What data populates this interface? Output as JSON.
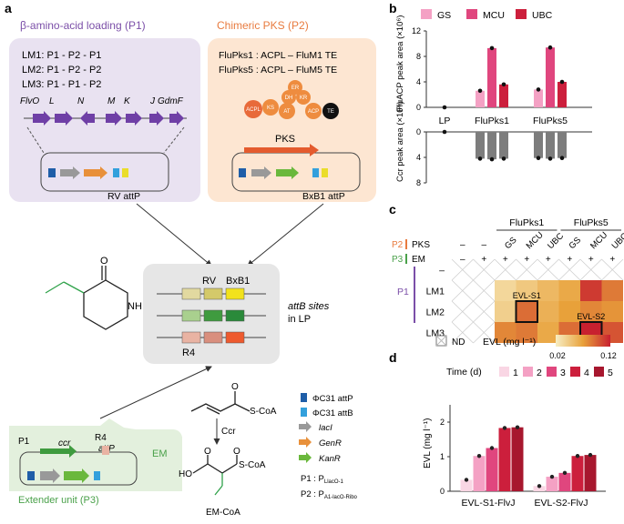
{
  "panels": {
    "a": "a",
    "b": "b",
    "c": "c",
    "d": "d"
  },
  "panel_a": {
    "p1_title": "β-amino-acid loading (P1)",
    "p2_title": "Chimeric PKS (P2)",
    "lm_lines": [
      "LM1: P1 - P2 - P1",
      "LM2: P1 - P2 - P2",
      "LM3: P1 - P1 - P2"
    ],
    "genes": [
      "FlvO",
      "L",
      "N",
      "M",
      "K",
      "J",
      "GdmF"
    ],
    "rv_attp": "RV attP",
    "fluPks1_def": "FluPks1 : ACPL – FluM1 TE",
    "fluPks5_def": "FluPks5 : ACPL – FluM5 TE",
    "domains": [
      "ER",
      "DH",
      "KR",
      "ACPL",
      "KS",
      "AT",
      "ACP",
      "TE"
    ],
    "pks_label": "PKS",
    "bxb1_attp": "BxB1 attP",
    "lp_rv": "RV",
    "lp_bxb1": "BxB1",
    "lp_r4": "R4",
    "attb_line1": "attB sites",
    "attb_line2": "in LP",
    "nh": "NH",
    "o": "O",
    "crotonyl_coa": "S-CoA",
    "ccr": "Ccr",
    "em_coa": "S-CoA",
    "em_ho": "HO",
    "em_o1": "O",
    "em_o2": "O",
    "em_name": "EM-CoA",
    "p1": "P1",
    "ccr_gene": "ccr",
    "r4": "R4",
    "attp": "attP",
    "em": "EM",
    "extender": "Extender unit (P3)",
    "legend": [
      "ΦC31 attP",
      "ΦC31 attB",
      "lacI",
      "GenR",
      "KanR"
    ],
    "promoter1": "P1 : P",
    "promoter1_sub": "LlacO-1",
    "promoter2": "P2 : P",
    "promoter2_sub": "A1-lacO-Ribo",
    "colors": {
      "purple_bg": "#e9e2f1",
      "orange_bg": "#fde6d2",
      "grey_bg": "#e6e6e6",
      "green_bg": "#e3f0dd",
      "purple": "#7b4fa8",
      "orange": "#e87b3f",
      "green": "#4aa14a"
    }
  },
  "panel_b": {
    "legend": [
      "GS",
      "MCU",
      "UBC"
    ],
    "colors": [
      "#f4a1c4",
      "#e0467e",
      "#cc1f3c"
    ],
    "ylabel_top": "FluACP peak area (×10⁶)",
    "ylabel_bottom": "Ccr peak area (×10⁶)",
    "categories": [
      "LP",
      "FluPks1",
      "FluPks5"
    ],
    "top_ticks": [
      "0",
      "4",
      "8",
      "12"
    ],
    "bottom_ticks": [
      "0",
      "4",
      "8"
    ]
  },
  "panel_c": {
    "group1": "FluPks1",
    "group2": "FluPks5",
    "p2_label": "P2",
    "pks_label": "PKS",
    "p3_label": "P3",
    "em_label": "EM",
    "p1_label": "P1",
    "col_pks": [
      "–",
      "–",
      "GS",
      "MCU",
      "UBC",
      "GS",
      "MCU",
      "UBC"
    ],
    "col_em": [
      "–",
      "+",
      "+",
      "+",
      "+",
      "+",
      "+",
      "+"
    ],
    "rows": [
      "–",
      "LM1",
      "LM2",
      "LM3"
    ],
    "evl_s1": "EVL-S1",
    "evl_s2": "EVL-S2",
    "nd": "ND",
    "scale_label": "EVL (mg l⁻¹)",
    "scale_min": "0.02",
    "scale_max": "0.12"
  },
  "panel_d": {
    "legend_title": "Time (d)",
    "legend": [
      "1",
      "2",
      "3",
      "4",
      "5"
    ],
    "colors": [
      "#f9d6e4",
      "#f4a1c4",
      "#e0467e",
      "#cc1f3c",
      "#a7172e"
    ],
    "ylabel": "EVL (mg l⁻¹)",
    "yticks": [
      "0",
      "1",
      "2"
    ],
    "categories": [
      "EVL-S1-FlvJ",
      "EVL-S2-FlvJ"
    ]
  },
  "chart_data": [
    {
      "type": "bar",
      "title": "",
      "ylabel": "FluACP peak area (×10⁶)",
      "categories": [
        "LP",
        "FluPks1",
        "FluPks5"
      ],
      "series": [
        {
          "name": "GS",
          "values": [
            0,
            2.6,
            2.8
          ]
        },
        {
          "name": "MCU",
          "values": [
            0,
            9.3,
            9.4
          ]
        },
        {
          "name": "UBC",
          "values": [
            0,
            3.6,
            4.0
          ]
        }
      ],
      "ylim": [
        0,
        12
      ]
    },
    {
      "type": "bar",
      "title": "",
      "ylabel": "Ccr peak area (×10⁶)",
      "categories": [
        "LP",
        "FluPks1",
        "FluPks5"
      ],
      "series": [
        {
          "name": "GS",
          "values": [
            0,
            4.2,
            4.1
          ]
        },
        {
          "name": "MCU",
          "values": [
            0,
            4.3,
            4.2
          ]
        },
        {
          "name": "UBC",
          "values": [
            0,
            4.2,
            4.1
          ]
        }
      ],
      "ylim": [
        0,
        8
      ]
    },
    {
      "type": "heatmap",
      "title": "",
      "xlabels": [
        "–",
        "–",
        "GS",
        "MCU",
        "UBC",
        "GS",
        "MCU",
        "UBC"
      ],
      "ylabels": [
        "–",
        "LM1",
        "LM2",
        "LM3"
      ],
      "values": [
        [
          null,
          null,
          null,
          null,
          null,
          null,
          null,
          null
        ],
        [
          null,
          null,
          0.035,
          0.045,
          0.055,
          0.065,
          0.11,
          0.085
        ],
        [
          null,
          null,
          0.04,
          0.09,
          0.06,
          0.07,
          0.08,
          0.075
        ],
        [
          null,
          null,
          0.08,
          0.085,
          0.065,
          0.09,
          0.12,
          0.1
        ]
      ],
      "zlim": [
        0.02,
        0.12
      ]
    },
    {
      "type": "bar",
      "title": "",
      "ylabel": "EVL (mg l⁻¹)",
      "categories": [
        "EVL-S1-FlvJ",
        "EVL-S2-FlvJ"
      ],
      "series": [
        {
          "name": "1",
          "values": [
            0.33,
            0.15
          ]
        },
        {
          "name": "2",
          "values": [
            1.02,
            0.42
          ]
        },
        {
          "name": "3",
          "values": [
            1.25,
            0.53
          ]
        },
        {
          "name": "4",
          "values": [
            1.83,
            1.02
          ]
        },
        {
          "name": "5",
          "values": [
            1.85,
            1.05
          ]
        }
      ],
      "ylim": [
        0,
        2.5
      ]
    }
  ]
}
